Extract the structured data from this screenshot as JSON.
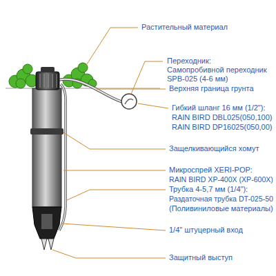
{
  "diagram": {
    "labels": [
      "Растительный материал",
      "Переходник:",
      "Самопробивной переходник",
      "SPB-025 (4-6 мм)",
      "Верхняя граница грунта",
      "Гибкий шланг 16 мм (1/2\"):",
      "RAIN BIRD DBL025(050,100)",
      "RAIN BIRD DP16025(050,00)",
      "Защелкивающийся хомут",
      "Микроспрей XERI-POP:",
      "RAIN BIRD XP-400X (XP-600X)",
      "Трубка 4-5,7 мм (1/4\"):",
      "Раздаточная трубка DT-025-50",
      "(Поливиниловые материалы)",
      "1/4\" штуцерный вход",
      "Защитный выступ"
    ]
  }
}
